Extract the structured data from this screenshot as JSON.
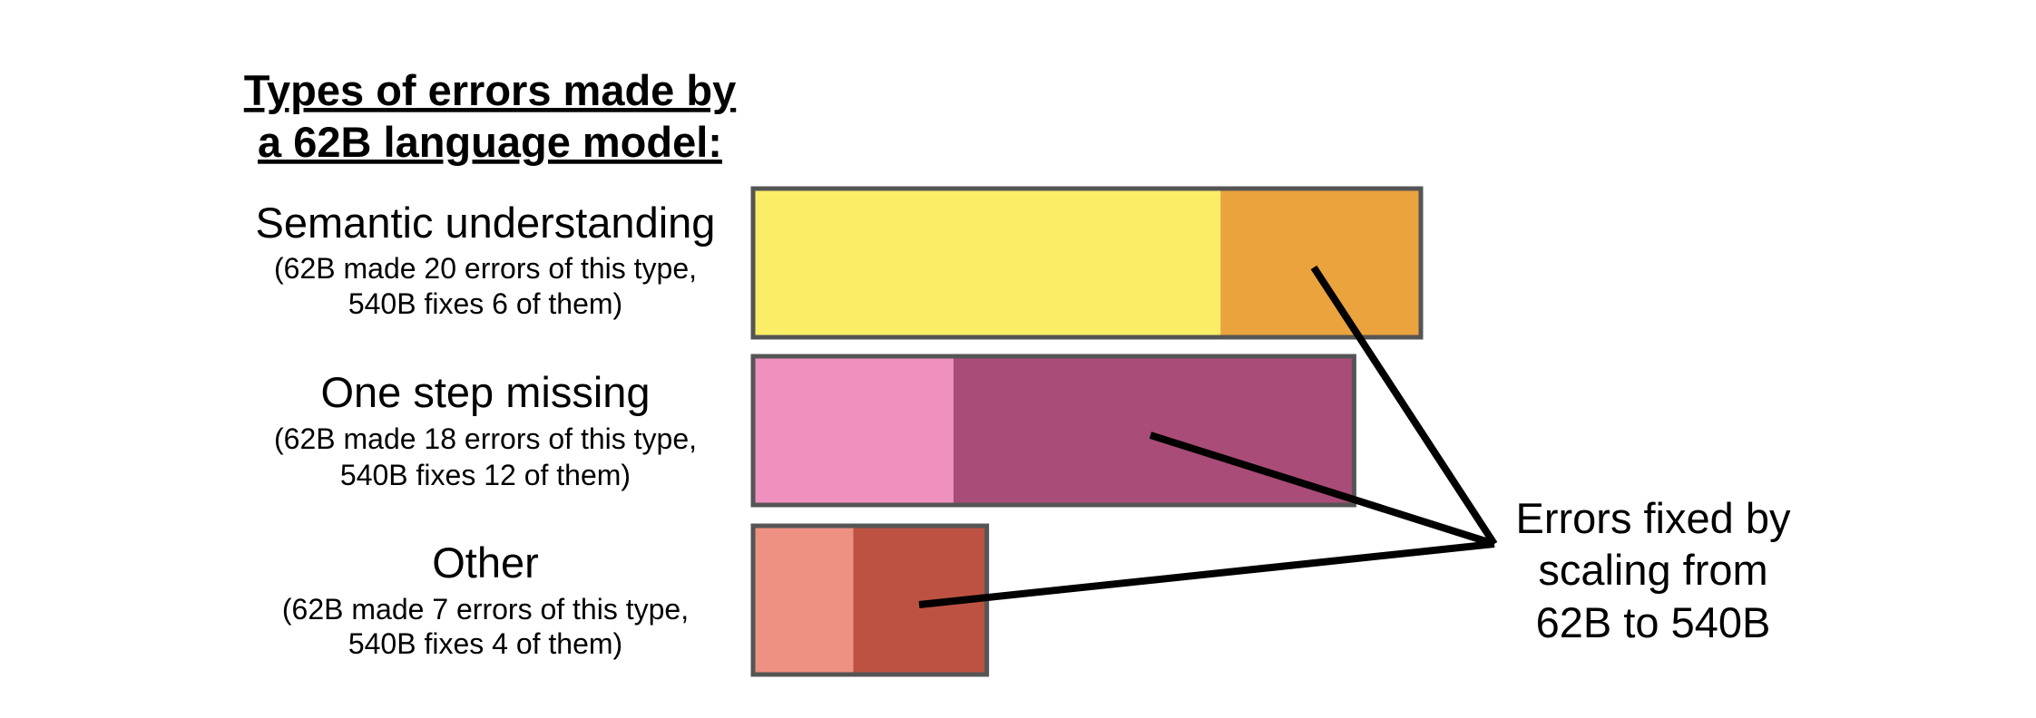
{
  "chart_data": {
    "type": "bar",
    "orientation": "horizontal",
    "stacked": true,
    "title": [
      "Types of errors made by",
      "a 62B language model:"
    ],
    "categories": [
      {
        "label": "Semantic understanding",
        "note": [
          "(62B made 20 errors of this type,",
          "540B fixes 6 of them)"
        ]
      },
      {
        "label": "One step missing",
        "note": [
          "(62B made 18 errors of this type,",
          "540B fixes 12 of them)"
        ]
      },
      {
        "label": "Other",
        "note": [
          "(62B made 7 errors of this type,",
          "540B fixes 4 of them)"
        ]
      }
    ],
    "series": [
      {
        "role": "errors not fixed by 540B",
        "values": [
          14,
          6,
          3
        ],
        "colors": [
          "#fbee66",
          "#ef90be",
          "#ee9183"
        ]
      },
      {
        "role": "errors fixed by 540B",
        "values": [
          6,
          12,
          4
        ],
        "colors": [
          "#eba33e",
          "#aa4c78",
          "#bd5242"
        ]
      }
    ],
    "annotation": [
      "Errors fixed by",
      "scaling from",
      "62B to 540B"
    ],
    "bar_border_color": "#555555",
    "pointer_color": "#000000",
    "grid": false,
    "axes_visible": false
  }
}
